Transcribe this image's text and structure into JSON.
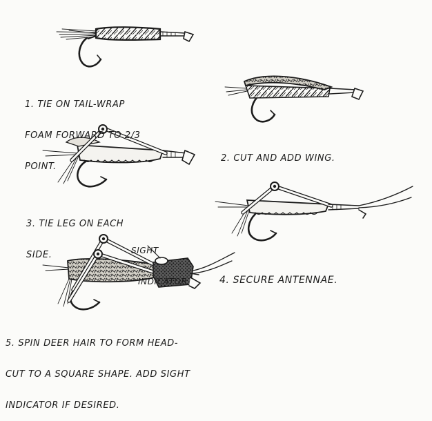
{
  "steps": [
    {
      "number": "1.",
      "lines": [
        "1. TIE ON TAIL-WRAP",
        "FOAM FORWARD TO 2/3",
        "POINT."
      ]
    },
    {
      "number": "2.",
      "lines": [
        "2. CUT AND ADD WING."
      ]
    },
    {
      "number": "3.",
      "lines": [
        "3. TIE LEG ON EACH",
        "SIDE."
      ]
    },
    {
      "number": "4.",
      "lines": [
        "4. SECURE ANTENNAE."
      ]
    },
    {
      "number": "5.",
      "lines": [
        "5. SPIN DEER HAIR TO FORM HEAD-",
        "CUT TO A SQUARE SHAPE. ADD SIGHT",
        "INDICATOR IF DESIRED."
      ]
    }
  ],
  "callout": {
    "lines": [
      "SIGHT",
      "INDICATOR"
    ]
  },
  "ink_color": "#1c1c1c",
  "paper_color": "#fbfbf9"
}
